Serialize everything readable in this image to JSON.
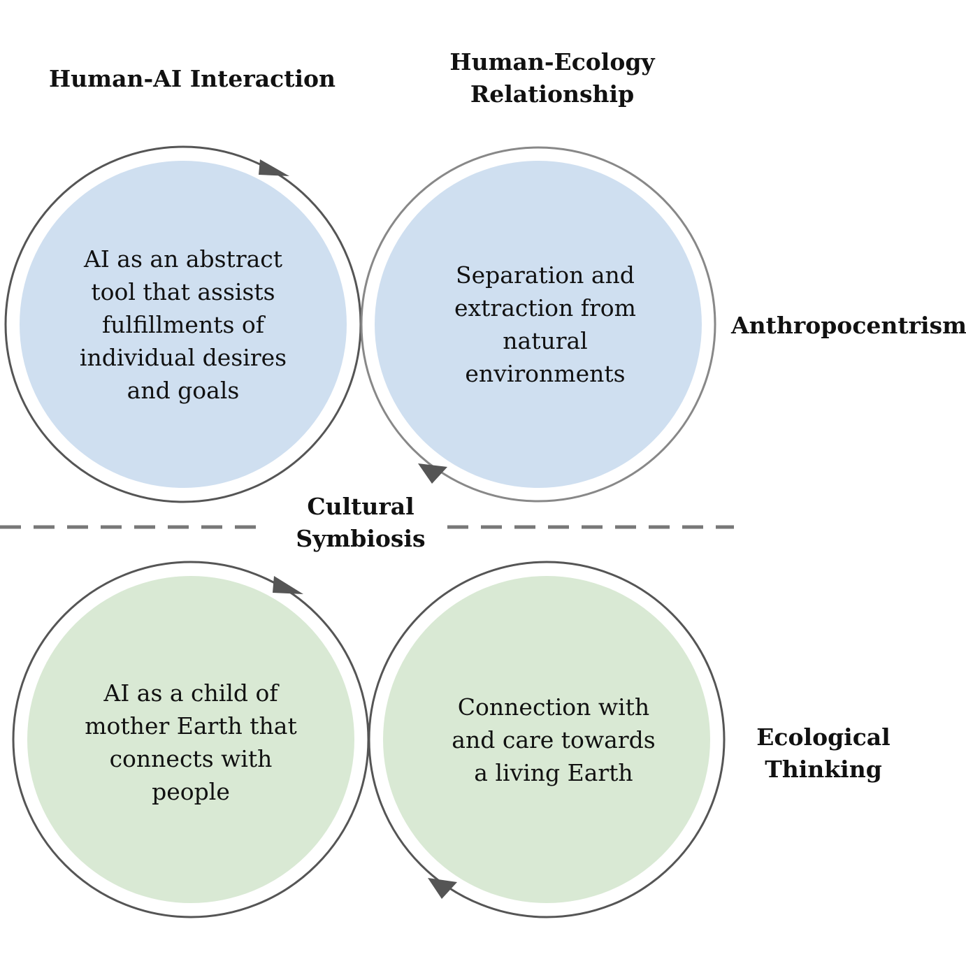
{
  "columns": {
    "left_heading": "Human-AI Interaction",
    "right_heading_line1": "Human-Ecology",
    "right_heading_line2": "Relationship"
  },
  "rows": {
    "top_label": "Anthropocentrism",
    "bottom_label_line1": "Ecological",
    "bottom_label_line2": "Thinking"
  },
  "center_label": {
    "line1": "Cultural",
    "line2": "Symbiosis"
  },
  "circles": {
    "top_left": [
      "AI as an abstract",
      "tool that assists",
      "fulfillments of",
      "individual desires",
      "and goals"
    ],
    "top_right": [
      "Separation and",
      "extraction from",
      "natural",
      "environments"
    ],
    "bottom_left": [
      "AI as a child of",
      "mother Earth that",
      "connects with",
      "people"
    ],
    "bottom_right": [
      "Connection with",
      "and care towards",
      "a living Earth"
    ]
  },
  "colors": {
    "anthropocentrism_fill": "#cfdff0",
    "ecological_fill": "#d9e9d4",
    "ring_stroke": "#555555",
    "arrow": "#555555",
    "divider": "#777777"
  }
}
